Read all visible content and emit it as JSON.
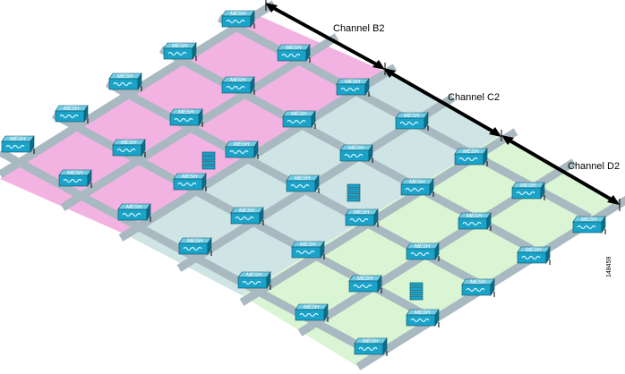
{
  "channels": [
    {
      "label": "Channel B2",
      "color": "#f2b3e2"
    },
    {
      "label": "Channel C2",
      "color": "#cfe4e4"
    },
    {
      "label": "Channel D2",
      "color": "#d9f5d4"
    }
  ],
  "ap_label": "MESH",
  "figure_id": "148459",
  "colors": {
    "ap_body": "#1aa3c9",
    "ap_top": "#72cce4",
    "ap_side": "#0a6f8a",
    "ap_outline": "#0a4f64",
    "road": "#a9b9c1",
    "arrow": "#000000"
  },
  "layout_note_icons": [
    "wireless-mesh-ap-icon",
    "server-stack-icon",
    "double-arrow-icon"
  ]
}
